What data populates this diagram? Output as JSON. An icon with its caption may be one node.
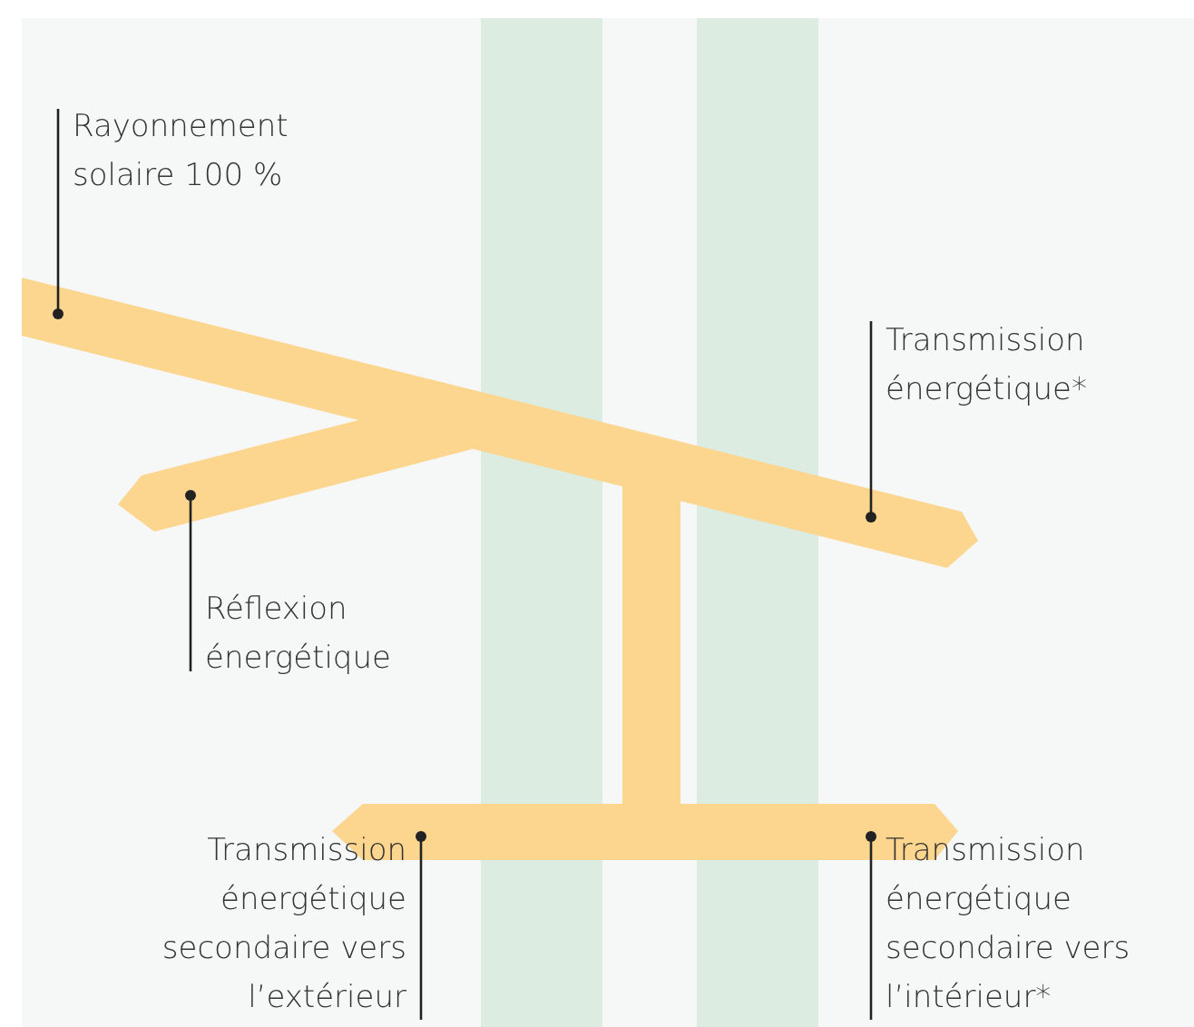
{
  "diagram": {
    "nodes": [
      {
        "text": [
          "Rayonnement solaire 100 %"
        ]
      },
      {
        "text": [
          "Transmission énergétique*"
        ]
      },
      {
        "text": [
          "Réflexion énergétique"
        ]
      },
      {
        "text": [
          "Transmission énergétique secondaire vers l’extérieur"
        ]
      },
      {
        "text": [
          "Transmission énergétique secondaire vers l’intérieur*"
        ]
      }
    ],
    "edges": [
      {
        "from": 0,
        "to": null,
        "arrow": "other"
      },
      {
        "from": 1,
        "to": null,
        "arrow": "other"
      },
      {
        "from": 2,
        "to": null,
        "arrow": "other"
      },
      {
        "from": 3,
        "to": null,
        "arrow": "other"
      },
      {
        "from": 4,
        "to": null,
        "arrow": "other"
      }
    ]
  }
}
